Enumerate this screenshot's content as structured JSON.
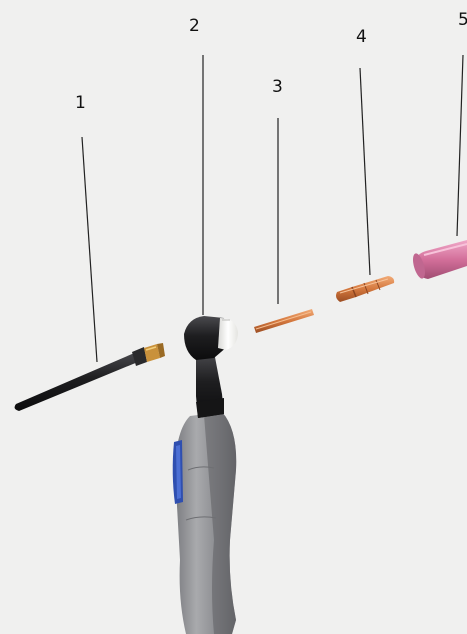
{
  "callouts": [
    {
      "id": "1",
      "label": "1",
      "part": "back-cap"
    },
    {
      "id": "2",
      "label": "2",
      "part": "torch-head"
    },
    {
      "id": "3",
      "label": "3",
      "part": "collet"
    },
    {
      "id": "4",
      "label": "4",
      "part": "collet-body"
    },
    {
      "id": "5",
      "label": "5",
      "part": "ceramic-nozzle"
    }
  ],
  "colors": {
    "background": "#f0f0ef",
    "copper": "#d4783e",
    "nozzle": "#d36f9a",
    "handle_grip": "#8e8f93",
    "handle_accent": "#2f4fb0",
    "black_parts": "#1b1b1d",
    "ceramic_white": "#f4f4f2",
    "callout_line": "#222222"
  }
}
